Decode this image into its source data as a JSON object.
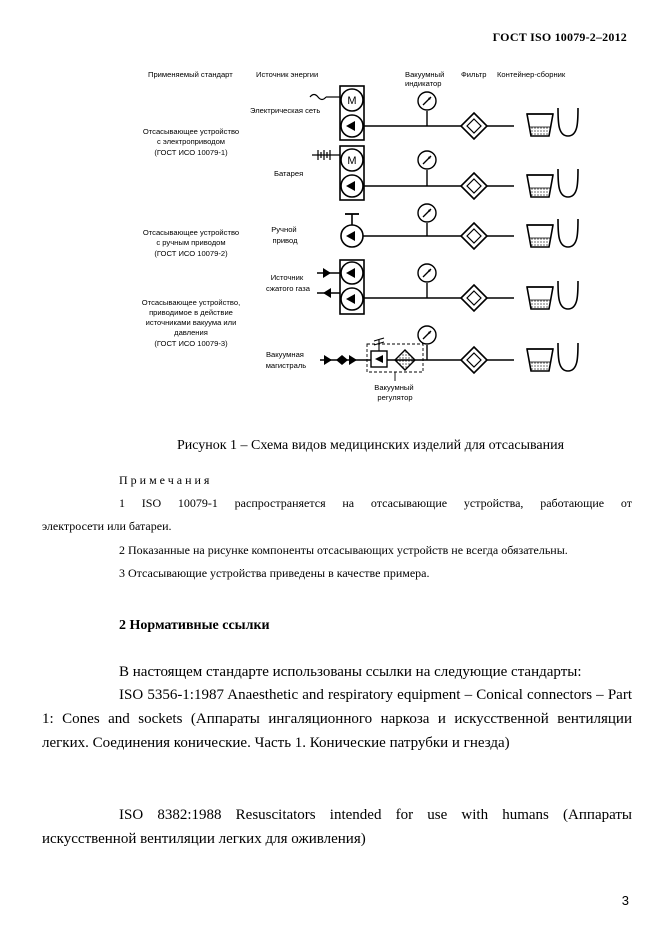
{
  "header": {
    "standard": "ГОСТ ISO 10079-2–2012"
  },
  "diagram": {
    "col_standard": "Применяемый стандарт",
    "col_energy": "Источник энергии",
    "col_vacuum_1": "Вакуумный",
    "col_vacuum_2": "индикатор",
    "col_filter": "Фильтр",
    "col_container": "Контейнер-сборник",
    "std1_l1": "Отсасывающее устройство",
    "std1_l2": "с электроприводом",
    "std1_l3": "(ГОСТ  ИСО 10079-1)",
    "std2_l1": "Отсасывающее устройство",
    "std2_l2": "с ручным приводом",
    "std2_l3": "(ГОСТ  ИСО 10079-2)",
    "std3_l1": "Отсасывающее устройство,",
    "std3_l2": "приводимое в действие",
    "std3_l3": "источниками вакуума или",
    "std3_l4": "давления",
    "std3_l5": "(ГОСТ  ИСО 10079-3)",
    "src1": "Электрическая сеть",
    "src2": "Батарея",
    "src3_l1": "Ручной",
    "src3_l2": "привод",
    "src4_l1": "Источник",
    "src4_l2": "сжатого газа",
    "src5_l1": "Вакуумная",
    "src5_l2": "магистраль",
    "regulator_l1": "Вакуумный",
    "regulator_l2": "регулятор",
    "motor_symbol": "М"
  },
  "caption": "Рисунок 1 – Схема видов медицинских изделий для отсасывания",
  "notes": {
    "title": "Примечания",
    "n1_line1": "1   ISO   10079-1   распространяется   на   отсасывающие   устройства,   работающие   от",
    "n1_line2": "электросети или батареи.",
    "n2": "2    Показанные на рисунке компоненты отсасывающих устройств не всегда обязательны.",
    "n3": "3    Отсасывающие устройства приведены в качестве примера."
  },
  "section": {
    "title": "2 Нормативные ссылки"
  },
  "body": {
    "intro": "В настоящем стандарте использованы ссылки на следующие стандарты:",
    "ref1": "ISO 5356-1:1987 Anaesthetic and respiratory equipment – Conical connectors – Part 1: Cones and sockets (Аппараты ингаляционного наркоза и искусственной вентиляции легких. Соединения конические. Часть 1. Конические патрубки и гнезда)",
    "ref2": "ISO 8382:1988 Resuscitators intended for use with humans (Аппараты искусственной вентиляции легких для оживления)"
  },
  "page_number": "3"
}
